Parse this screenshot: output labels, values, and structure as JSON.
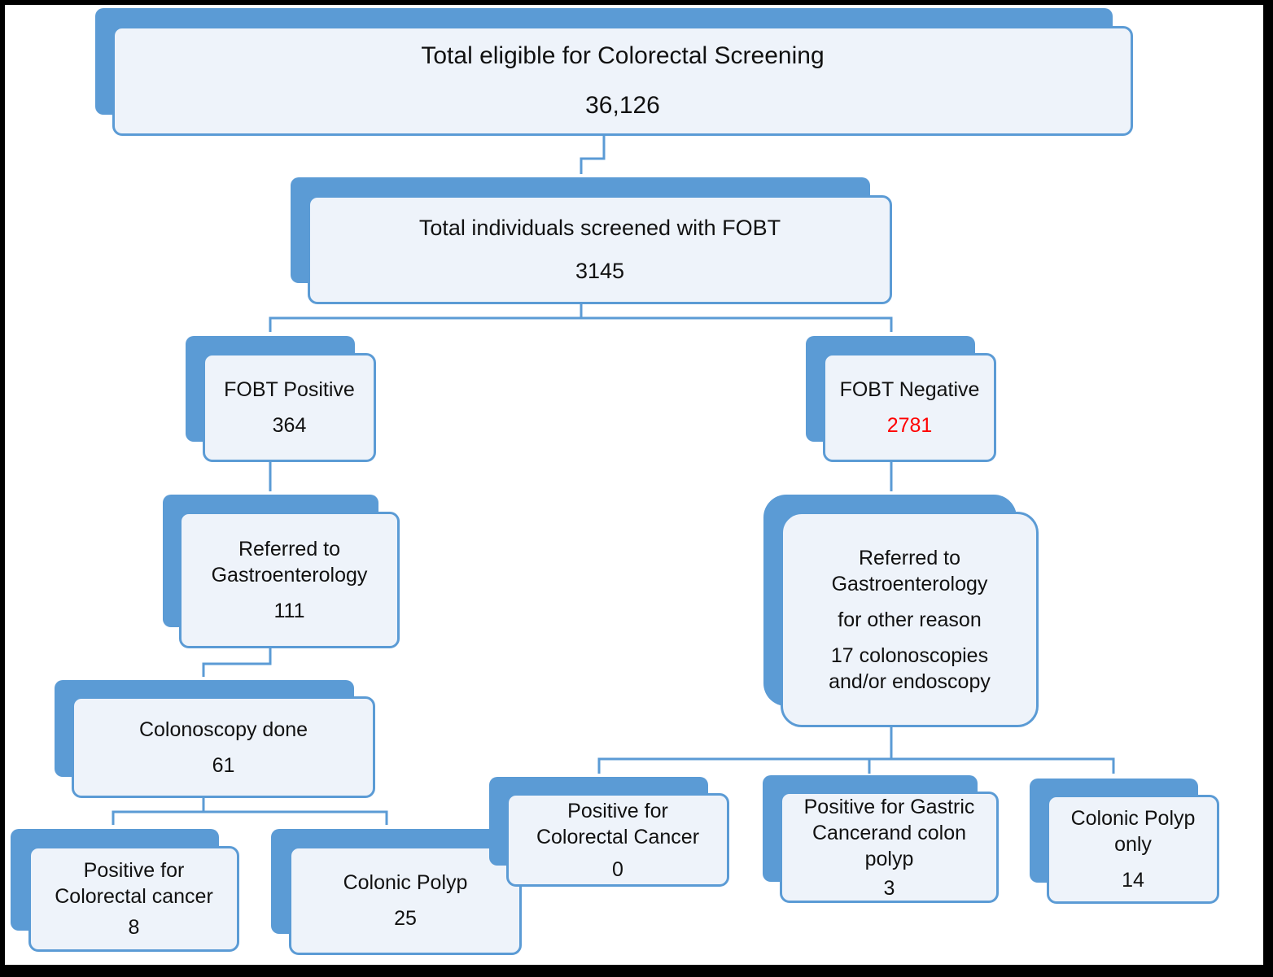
{
  "nodes": {
    "total_eligible": {
      "label": "Total eligible for Colorectal Screening",
      "value": "36,126"
    },
    "screened_fobt": {
      "label": "Total individuals screened with FOBT",
      "value": "3145"
    },
    "fobt_positive": {
      "label": "FOBT Positive",
      "value": "364"
    },
    "fobt_negative": {
      "label": "FOBT Negative",
      "value": "2781",
      "value_color": "#ff0000"
    },
    "referred_gastro": {
      "label": "Referred to Gastroenterology",
      "value": "111"
    },
    "referred_other": {
      "label": "Referred to Gastroenterology",
      "label2": "for other reason",
      "value": "17 colonoscopies and/or endoscopy"
    },
    "colonoscopy_done": {
      "label": "Colonoscopy done",
      "value": "61"
    },
    "positive_colorectal_cancer_left": {
      "label": "Positive for Colorectal cancer",
      "value": "8"
    },
    "colonic_polyp_left": {
      "label": "Colonic Polyp",
      "value": "25"
    },
    "positive_colorectal_cancer_right": {
      "label": "Positive for Colorectal Cancer",
      "value": "0"
    },
    "positive_gastric_colon": {
      "label": "Positive for Gastric Cancerand colon polyp",
      "value": "3"
    },
    "colonic_polyp_only": {
      "label": "Colonic Polyp only",
      "value": "14"
    }
  },
  "colors": {
    "box_shadow": "#5b9bd5",
    "box_fill": "#eef3fa",
    "box_border": "#5b9bd5",
    "connector": "#5b9bd5",
    "highlight": "#ff0000"
  }
}
